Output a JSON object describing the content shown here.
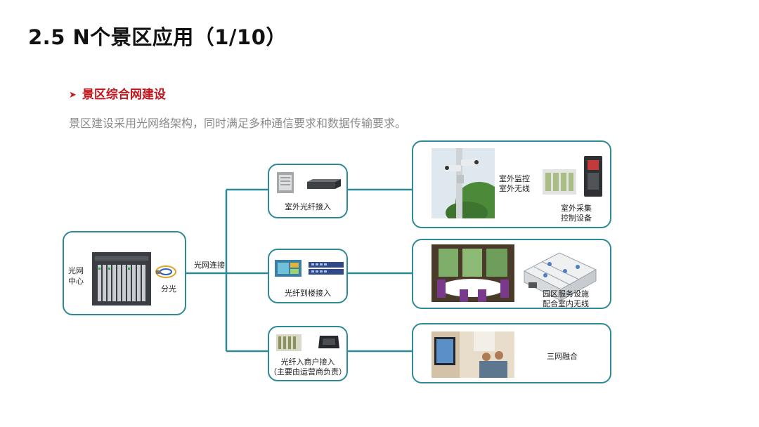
{
  "slide": {
    "title": "2.5 N个景区应用（1/10）",
    "subheading": "景区综合网建设",
    "description": "景区建设采用光网络架构，同时满足多种通信要求和数据传输要求。"
  },
  "diagram": {
    "center": {
      "label_line1": "光网",
      "label_line2": "中心",
      "splitter_label": "分光"
    },
    "link_label": "光网连接",
    "access_nodes": [
      {
        "label": "室外光纤接入"
      },
      {
        "label": "光纤到楼接入"
      },
      {
        "label_line1": "光纤入商户接入",
        "label_line2": "（主要由运营商负责）"
      }
    ],
    "applications": [
      {
        "label1_line1": "室外监控",
        "label1_line2": "室外无线",
        "label2_line1": "室外采集",
        "label2_line2": "控制设备"
      },
      {
        "label_line1": "园区服务设施",
        "label_line2": "配合室内无线"
      },
      {
        "label": "三网融合"
      }
    ],
    "colors": {
      "line": "#2e8a96",
      "heading": "#c0161c",
      "description": "#8c8c8c"
    }
  }
}
